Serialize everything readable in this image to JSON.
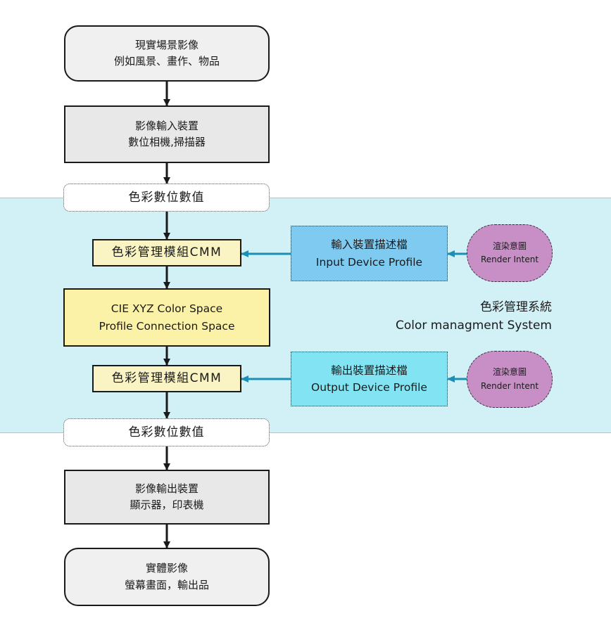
{
  "diagram": {
    "colors": {
      "band": "#d2f1f7",
      "arrow_black": "#1a1a1a",
      "arrow_blue": "#1b8fb5",
      "cmm_fill": "#faf4c4",
      "pcs_fill": "#fbf2a8",
      "input_profile_fill": "#7fcaf0",
      "output_profile_fill": "#82e4f2",
      "intent_fill": "#c78fc6"
    },
    "scene": {
      "line1": "現實場景影像",
      "line2": "例如風景、畫作、物品"
    },
    "input_device": {
      "line1": "影像輸入裝置",
      "line2": "數位相機,掃描器"
    },
    "digital_value_top": "色彩數位數值",
    "cmm_top": "色彩管理模組CMM",
    "pcs": {
      "line1": "CIE XYZ  Color Space",
      "line2": "Profile Connection Space"
    },
    "cmm_bottom": "色彩管理模組CMM",
    "digital_value_bottom": "色彩數位數值",
    "output_device": {
      "line1": "影像輸出裝置",
      "line2": "顯示器，印表機"
    },
    "final": {
      "line1": "實體影像",
      "line2": "螢幕畫面，輸出品"
    },
    "input_profile": {
      "line1": "輸入裝置描述檔",
      "line2": "Input Device Profile"
    },
    "output_profile": {
      "line1": "輸出裝置描述檔",
      "line2": "Output Device Profile"
    },
    "render_intent_top": {
      "line1": "渲染意圖",
      "line2": "Render Intent"
    },
    "render_intent_bottom": {
      "line1": "渲染意圖",
      "line2": "Render Intent"
    },
    "system_label": {
      "line1": "色彩管理系統",
      "line2": "Color managment System"
    }
  }
}
